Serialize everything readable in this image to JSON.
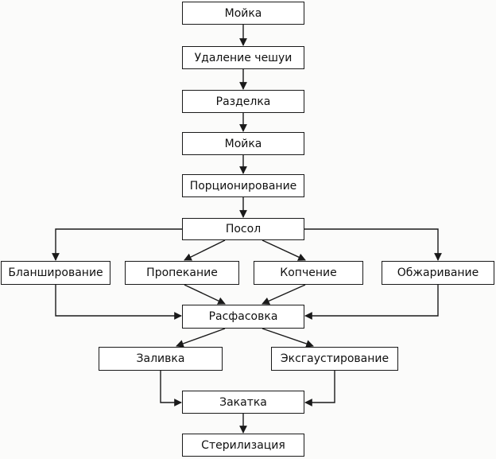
{
  "diagram": {
    "nodes": {
      "wash1": "Мойка",
      "scale_removal": "Удаление чешуи",
      "cutting": "Разделка",
      "wash2": "Мойка",
      "portioning": "Порционирование",
      "salting": "Посол",
      "blanching": "Бланширование",
      "baking": "Пропекание",
      "smoking": "Копчение",
      "frying": "Обжаривание",
      "packing": "Расфасовка",
      "filling": "Заливка",
      "exhausting": "Эксгаустирование",
      "sealing": "Закатка",
      "sterilization": "Стерилизация"
    },
    "colors": {
      "line": "#1a1a1a",
      "box_border": "#1a1a1a",
      "box_fill": "#ffffff",
      "background": "#fbfbfa"
    }
  }
}
